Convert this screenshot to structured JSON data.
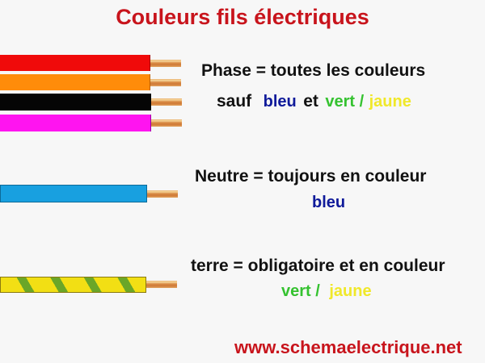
{
  "title": "Couleurs fils électriques",
  "colors": {
    "title_red": "#c8141c",
    "blue_text": "#0f1a9a",
    "green_text": "#35c230",
    "yellow_text": "#f0e82a",
    "background": "#f7f7f7"
  },
  "phase": {
    "line1": "Phase = toutes les couleurs",
    "line2_prefix": "sauf",
    "line2_blue": "bleu",
    "line2_and": "et",
    "line2_green": "vert /",
    "line2_yellow": "jaune",
    "wires": [
      {
        "name": "red-wire",
        "color": "#f00a0a"
      },
      {
        "name": "orange-wire",
        "color": "#ff8c0a"
      },
      {
        "name": "black-wire",
        "color": "#050505"
      },
      {
        "name": "magenta-wire",
        "color": "#ff14f0"
      }
    ]
  },
  "neutre": {
    "line1": "Neutre = toujours en couleur",
    "line2_blue": "bleu",
    "wire_color": "#18a0e0"
  },
  "terre": {
    "line1": "terre = obligatoire et en couleur",
    "line2_green": "vert /",
    "line2_yellow": "jaune",
    "wire_colors": [
      "#f2df14",
      "#6aa628"
    ]
  },
  "footer": "www.schemaelectrique.net"
}
